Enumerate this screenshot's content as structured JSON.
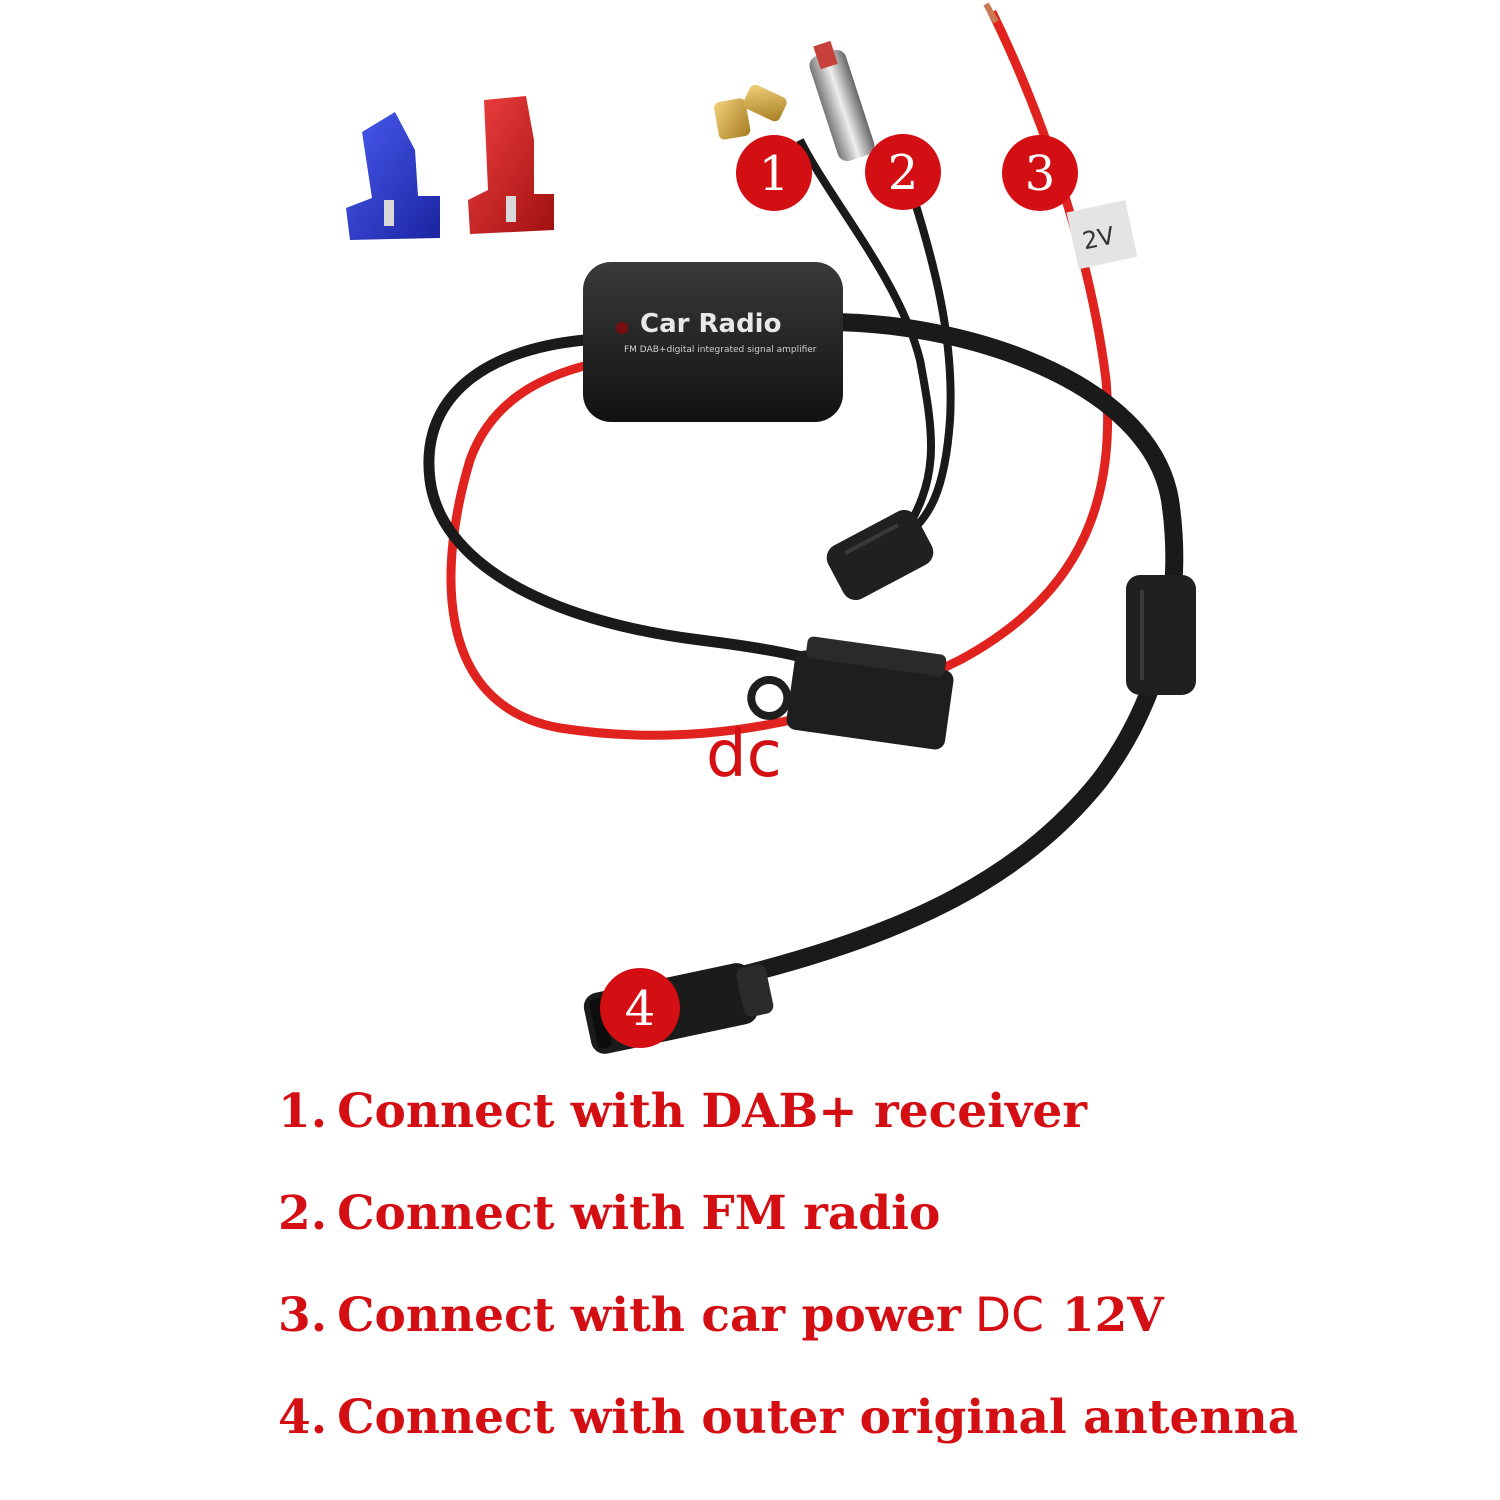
{
  "image": {
    "amplifier_label": "Car Radio",
    "amplifier_sublabel": "FM DAB+digital integrated signal amplifier",
    "wire_tag": "2V",
    "dc_label": "dc",
    "badges": [
      "1",
      "2",
      "3",
      "4"
    ]
  },
  "instructions": [
    {
      "prefix": "1.",
      "text": "Connect with DAB+ receiver"
    },
    {
      "prefix": "2.",
      "text": "Connect with FM radio"
    },
    {
      "prefix": "3.",
      "text": "Connect with car power",
      "suffix": "DC",
      "tail": "12V"
    },
    {
      "prefix": "4.",
      "text": "Connect with outer original antenna"
    }
  ],
  "colors": {
    "accent_red": "#d40f14",
    "cable_black": "#1a1a1a",
    "wire_red": "#e0231f",
    "connector_blue": "#2233cc",
    "connector_red": "#d61b1b"
  }
}
